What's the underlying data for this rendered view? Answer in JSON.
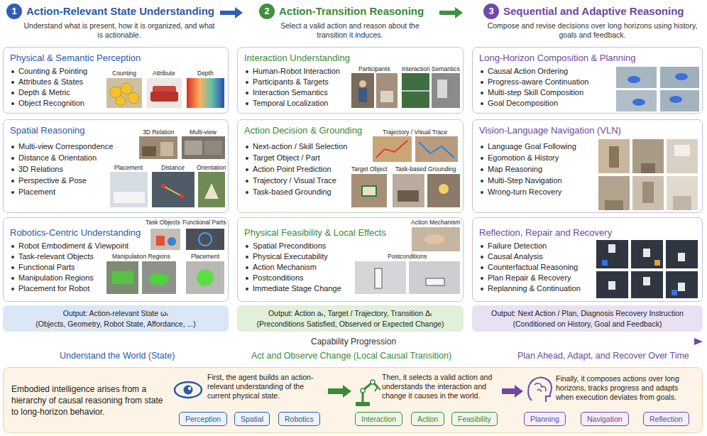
{
  "diagram": {
    "nodes": [
      {
        "text": [
          "Action-Relevant State Understanding",
          "Understand what is present, how it is organized, and what is actionable."
        ]
      },
      {
        "text": [
          "1"
        ],
        "in": 0
      },
      {
        "text": [
          "Action-Transition Reasoning",
          "Select a valid action and reason about the transition it induces."
        ]
      },
      {
        "text": [
          "2"
        ],
        "in": 2
      },
      {
        "text": [
          "Sequential and Adaptive Reasoning",
          "Compose and revise decisions over long horizons using history, goals and feedback."
        ]
      },
      {
        "text": [
          "3"
        ],
        "in": 4
      },
      {
        "text": [
          "Physical & Semantic Perception",
          "Counting & Pointing",
          "Attributes & States",
          "Depth & Metric",
          "Object Recognition"
        ]
      },
      {
        "text": [
          "Spatial Reasoning",
          "Multi-view Correspondence",
          "Distance & Orientation",
          "3D Relations",
          "Perspective & Pose",
          "Placement"
        ]
      },
      {
        "text": [
          "Robotics-Centric Understanding",
          "Robot Embodiment & Viewpoint",
          "Task-relevant Objects",
          "Functional Parts",
          "Manipulation Regions",
          "Placement for Robot"
        ]
      },
      {
        "text": [
          "Output: Action-relevant State ωₜ",
          "(Objects, Geometry, Robot State, Affordance, ...)"
        ]
      },
      {
        "text": [
          "Interaction Understanding",
          "Human-Robot Interaction",
          "Participants & Targets",
          "Interaction Semantics",
          "Temporal Localization"
        ]
      },
      {
        "text": [
          "Action Decision & Grounding",
          "Next-action / Skill Selection",
          "Target Object / Part",
          "Action Point Prediction",
          "Trajectory / Visual Trace",
          "Task-based Grounding"
        ]
      },
      {
        "text": [
          "Physical Feasibility & Local Effects",
          "Spatial Preconditions",
          "Physical Executability",
          "Action Mechanism",
          "Postconditions",
          "Immediate Stage Change"
        ]
      },
      {
        "text": [
          "Output: Action aₜ, Target / Trajectory, Transition Δₜ",
          "(Preconditions Satisfied, Observed or Expected Change)"
        ]
      },
      {
        "text": [
          "Long-Horizon Composition & Planning",
          "Causal Action Ordering",
          "Progress-aware Continuation",
          "Multi-step Skill Composition",
          "Goal Decomposition"
        ]
      },
      {
        "text": [
          "Vision-Language Navigation (VLN)",
          "Language Goal Following",
          "Egomotion & History",
          "Map Reasoning",
          "Multi-Step Navigation",
          "Wrong-turn Recovery"
        ]
      },
      {
        "text": [
          "Reflection, Repair and Recovery",
          "Failure Detection",
          "Causal Analysis",
          "Counterfactual Reasoning",
          "Plan Repair & Recovery",
          "Replanning & Continuation"
        ]
      },
      {
        "text": [
          "Output: Next Action / Plan, Diagnosis Recovery Instruction",
          "(Conditioned on History, Goal and Feedback)"
        ]
      },
      {
        "text": [
          "Embodied intelligence arises from a hierarchy of causal reasoning from state to long-horizon behavior."
        ]
      },
      {
        "text": [
          "Perception"
        ],
        "in": 18
      },
      {
        "text": [
          "Spatial"
        ],
        "in": 18
      },
      {
        "text": [
          "Robotics"
        ],
        "in": 18
      },
      {
        "text": [
          "Interaction"
        ],
        "in": 18
      },
      {
        "text": [
          "Action"
        ],
        "in": 18
      },
      {
        "text": [
          "Feasibility"
        ],
        "in": 18
      },
      {
        "text": [
          "Planning"
        ],
        "in": 18
      },
      {
        "text": [
          "Navigation"
        ],
        "in": 18
      },
      {
        "text": [
          "Reflection"
        ],
        "in": 18
      }
    ],
    "edges": [
      {
        "from": 0,
        "to": 2,
        "arrow": "to"
      },
      {
        "from": 2,
        "to": 4,
        "arrow": "to"
      }
    ],
    "labels": [
      "Counting",
      "Attribute",
      "Depth",
      "3D Relation",
      "Multi-view",
      "Placement",
      "Distance",
      "Orientation",
      "Task Objects",
      "Functional Parts",
      "Manipulation Regions",
      "Placement",
      "Participants",
      "Interaction Semantics",
      "Trajectory / Visual Trace",
      "Target Object",
      "Task-based Grounding",
      "Action Mechanism",
      "Postconditions",
      "Capability Progression",
      "Understand the World (State)",
      "Act and Observe Change (Local Causal Transition)",
      "Plan Ahead, Adapt, and Recover Over Time",
      "First, the agent builds an action-relevant understanding of the current physical state.",
      "Then, it selects a valid action and understands the interaction and change it causes in the world.",
      "Finally, it composes actions over long horizons, tracks progress and adapts when execution deviates from goals."
    ]
  }
}
